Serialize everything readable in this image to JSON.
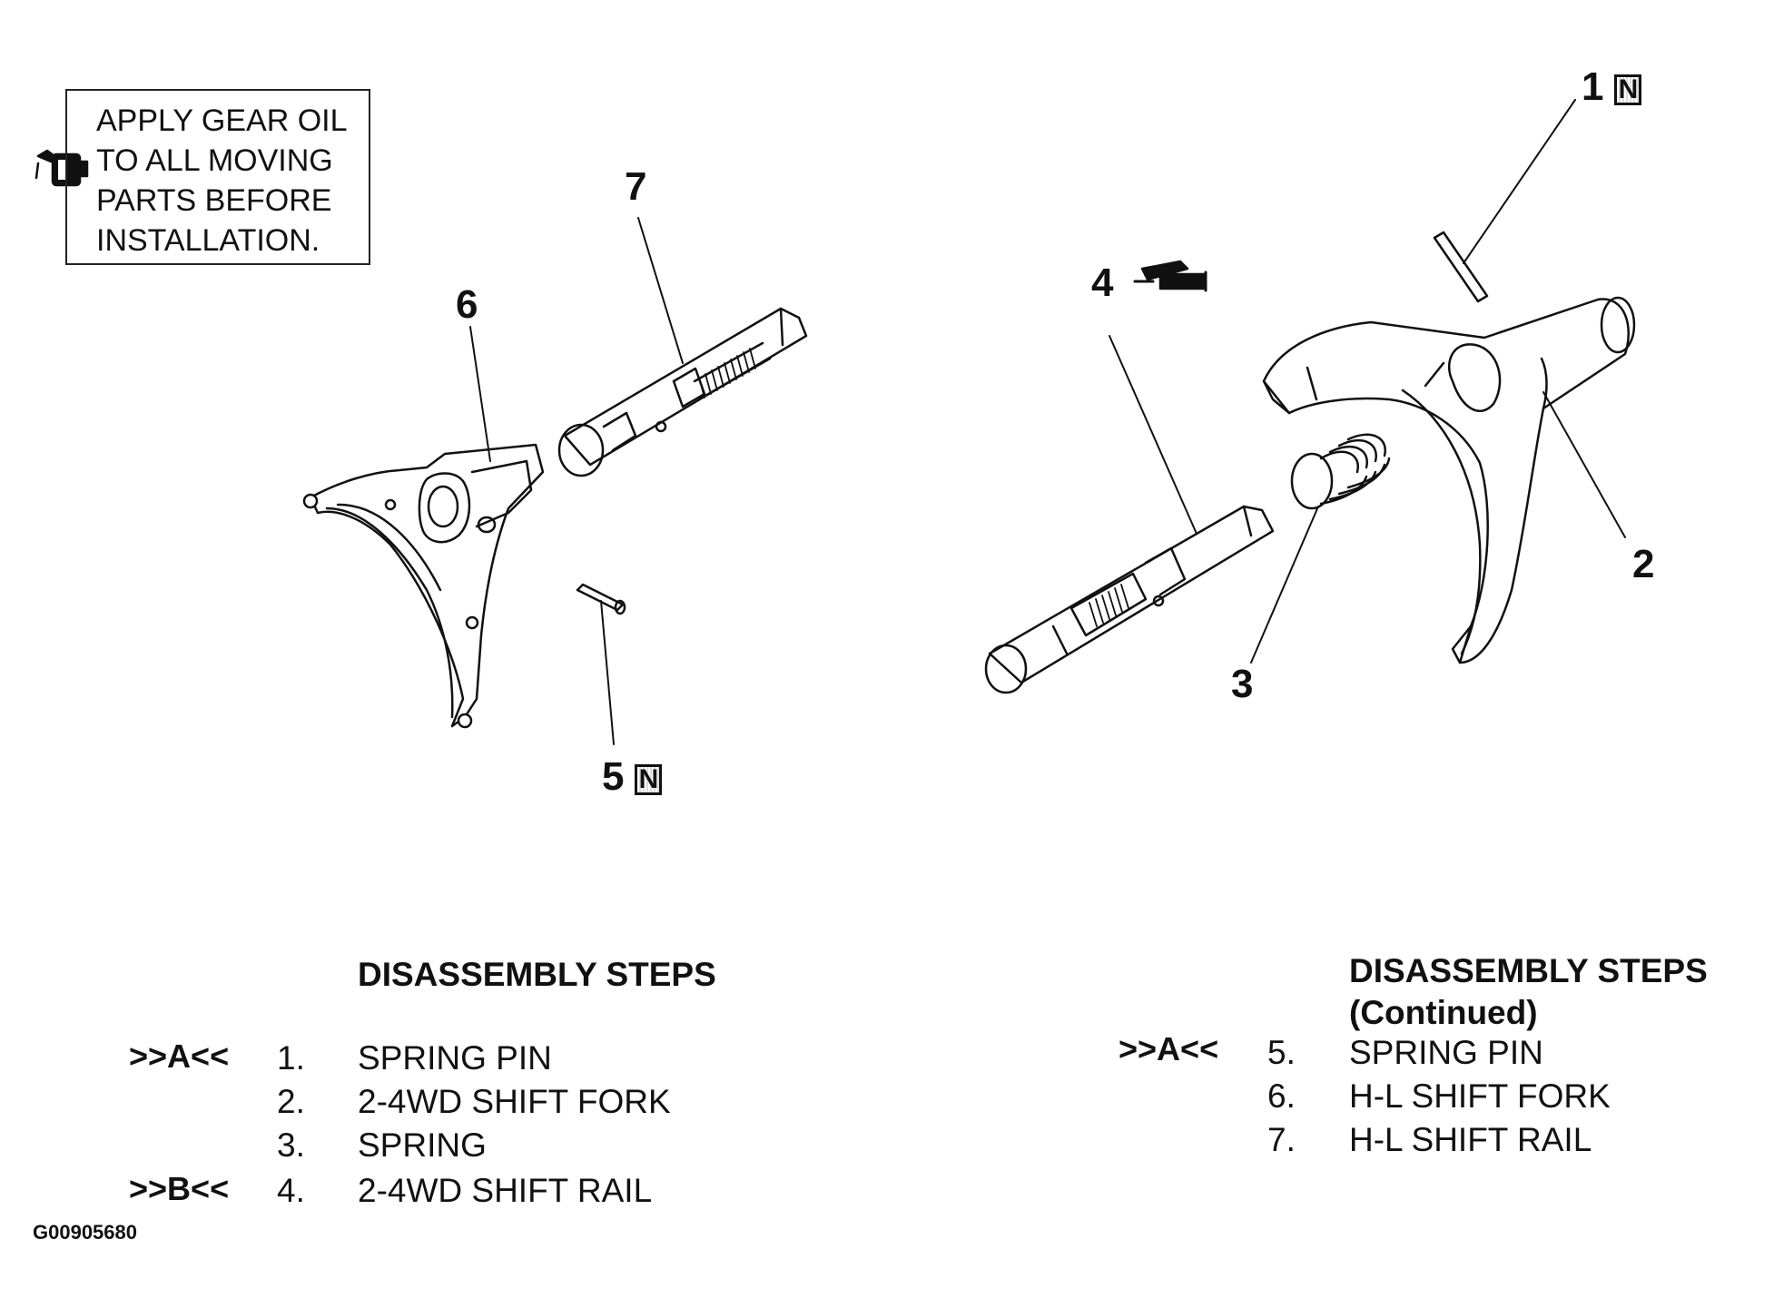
{
  "note": {
    "lines": [
      "APPLY GEAR OIL",
      "TO ALL MOVING",
      "PARTS BEFORE",
      "INSTALLATION."
    ],
    "icon": "oil-can-icon"
  },
  "callouts": {
    "c1": "1",
    "c2": "2",
    "c3": "3",
    "c4": "4",
    "c5": "5",
    "c6": "6",
    "c7": "7",
    "new_part_mark": "N",
    "grease_icon": "grease-gun-icon"
  },
  "steps_left": {
    "heading": "DISASSEMBLY STEPS",
    "items": [
      {
        "tag": ">>A<<",
        "num": "1.",
        "label": "SPRING PIN"
      },
      {
        "tag": "",
        "num": "2.",
        "label": "2-4WD SHIFT FORK"
      },
      {
        "tag": "",
        "num": "3.",
        "label": "SPRING"
      },
      {
        "tag": ">>B<<",
        "num": "4.",
        "label": "2-4WD SHIFT RAIL"
      }
    ]
  },
  "steps_right": {
    "heading": "DISASSEMBLY STEPS",
    "heading_cont": "(Continued)",
    "items": [
      {
        "tag": ">>A<<",
        "num": "5.",
        "label": "SPRING PIN"
      },
      {
        "tag": "",
        "num": "6.",
        "label": "H-L SHIFT FORK"
      },
      {
        "tag": "",
        "num": "7.",
        "label": "H-L SHIFT RAIL"
      }
    ]
  },
  "figure_id": "G00905680"
}
